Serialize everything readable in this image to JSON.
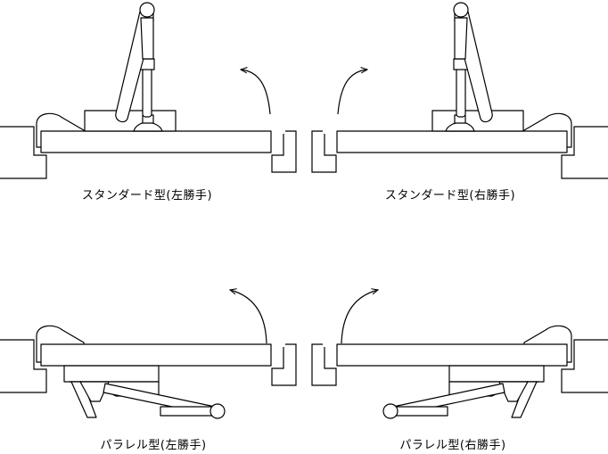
{
  "captions": {
    "standard_left": "スタンダード型(左勝手)",
    "standard_right": "スタンダード型(右勝手)",
    "parallel_left": "パラレル型(左勝手)",
    "parallel_right": "パラレル型(右勝手)"
  }
}
